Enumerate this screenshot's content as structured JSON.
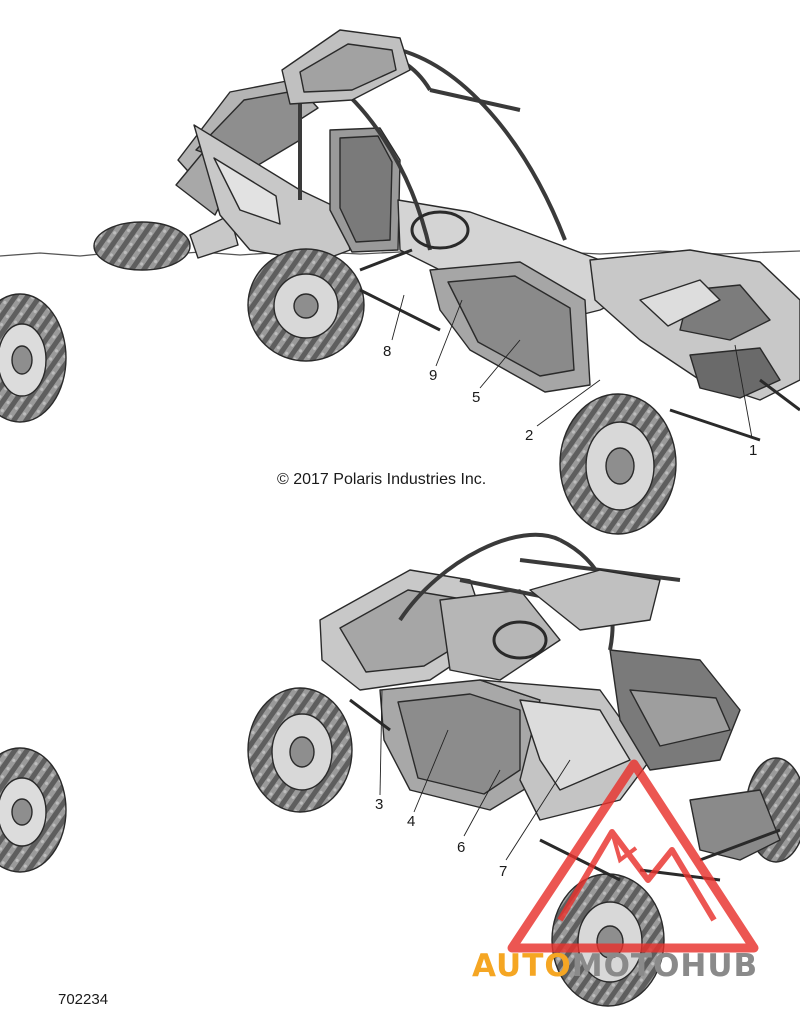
{
  "diagram": {
    "callouts": [
      {
        "id": "1",
        "label": "1"
      },
      {
        "id": "2",
        "label": "2"
      },
      {
        "id": "3",
        "label": "3"
      },
      {
        "id": "4",
        "label": "4"
      },
      {
        "id": "5",
        "label": "5"
      },
      {
        "id": "6",
        "label": "6"
      },
      {
        "id": "7",
        "label": "7"
      },
      {
        "id": "8",
        "label": "8"
      },
      {
        "id": "9",
        "label": "9"
      }
    ],
    "copyright": "© 2017 Polaris Industries Inc.",
    "figure_number": "702234"
  },
  "watermark": {
    "parts": [
      "AUTO",
      "MOTO",
      "HUB"
    ],
    "colors": {
      "orange": "#f5a623",
      "gray": "#8a8a8a",
      "red": "#e8322d"
    }
  },
  "colors": {
    "line": "#2a2a2a",
    "fill": "#c8c8c8",
    "dark": "#8e8e8e",
    "paper": "#ffffff"
  }
}
